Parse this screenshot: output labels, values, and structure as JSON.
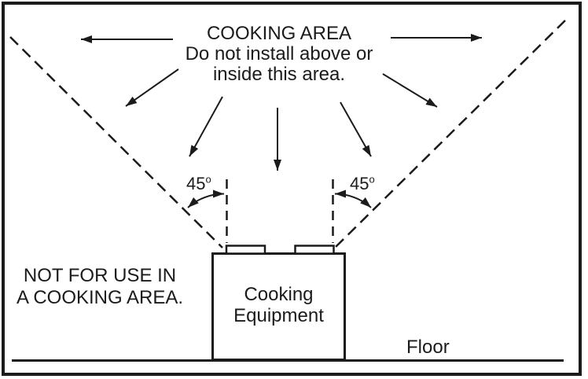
{
  "colors": {
    "ink": "#1b1b1b",
    "paper": "#ffffff"
  },
  "cooking_area_warning": {
    "title": "COOKING AREA",
    "line2": "Do not install above or",
    "line3": "inside this area."
  },
  "angle_labels": {
    "left": {
      "value": "45",
      "unit": "o"
    },
    "right": {
      "value": "45",
      "unit": "o"
    }
  },
  "side_note": {
    "line1": "NOT FOR USE IN",
    "line2": "A COOKING AREA."
  },
  "equipment_label": {
    "line1": "Cooking",
    "line2": "Equipment"
  },
  "floor_label": "Floor",
  "icons": {
    "spread_arrow_directions": [
      "left",
      "down-left",
      "down-left-steep",
      "down",
      "down-right-steep",
      "down-right",
      "right"
    ],
    "angle_arc_style": "double-headed curved arrow",
    "boundary_line_style": "dashed 45-degree lines"
  }
}
